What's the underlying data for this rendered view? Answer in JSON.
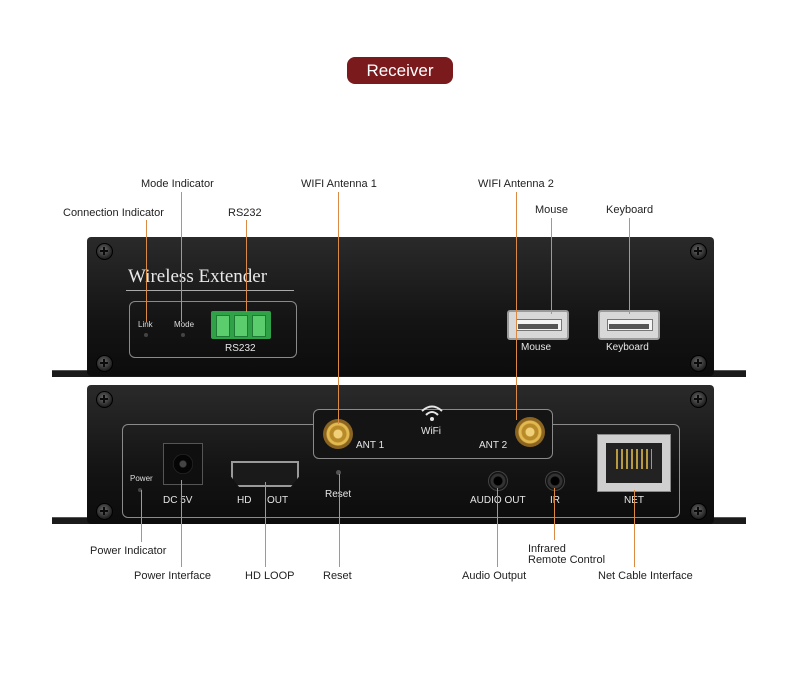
{
  "header": {
    "title": "Receiver"
  },
  "device": {
    "brand": "Wireless Extender",
    "front": {
      "link": "Link",
      "mode": "Mode",
      "rs232": "RS232",
      "mouse": "Mouse",
      "keyboard": "Keyboard"
    },
    "back": {
      "power": "Power",
      "dc": "DC 5V",
      "hd": "HD",
      "out": "OUT",
      "reset": "Reset",
      "ant1": "ANT 1",
      "ant2": "ANT 2",
      "wifi": "WiFi",
      "audio_out": "AUDIO OUT",
      "ir": "IR",
      "net": "NET"
    }
  },
  "callouts": {
    "mode_indicator": "Mode Indicator",
    "connection_indicator": "Connection Indicator",
    "rs232": "RS232",
    "wifi_antenna_1": "WIFI Antenna 1",
    "wifi_antenna_2": "WIFI Antenna 2",
    "mouse": "Mouse",
    "keyboard": "Keyboard",
    "power_indicator": "Power Indicator",
    "power_interface": "Power Interface",
    "hd_loop": "HD LOOP",
    "reset": "Reset",
    "audio_output": "Audio Output",
    "infrared_1": "Infrared",
    "infrared_2": "Remote Control",
    "net_cable": "Net Cable Interface"
  },
  "colors": {
    "badge": "#7a1a1c",
    "leader_line": "#d98b45",
    "rs232_terminal": "#2fa247"
  }
}
